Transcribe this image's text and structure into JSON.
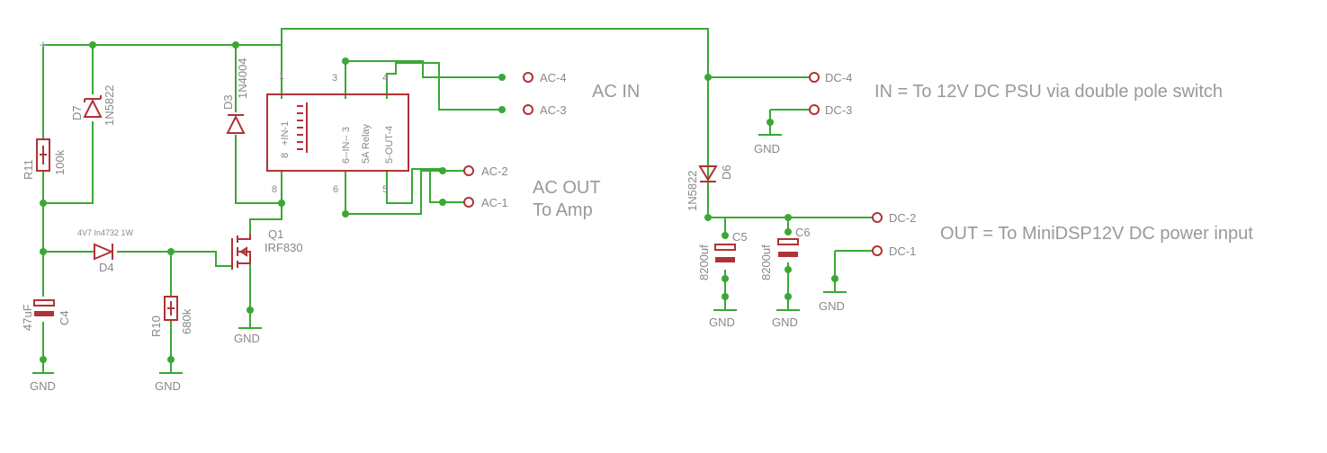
{
  "annotations": {
    "ac_in": "AC IN",
    "ac_out": "AC OUT",
    "to_amp": "To Amp",
    "in_note": "IN = To 12V DC PSU via double pole switch",
    "out_note": "OUT = To MiniDSP12V DC power input"
  },
  "connectors": [
    "AC-4",
    "AC-3",
    "AC-2",
    "AC-1",
    "DC-4",
    "DC-3",
    "DC-2",
    "DC-1"
  ],
  "ground_label": "GND",
  "components": {
    "D7": {
      "name": "D7",
      "value": "1N5822"
    },
    "D3": {
      "name": "D3",
      "value": "1N4004"
    },
    "D6": {
      "name": "D6",
      "value": "1N5822"
    },
    "D4": {
      "name": "D4",
      "value": "4V7 In4732 1W"
    },
    "R11": {
      "name": "R11",
      "value": "100k"
    },
    "R10": {
      "name": "R10",
      "value": "680k"
    },
    "C4": {
      "name": "C4",
      "value": "47uF"
    },
    "C5": {
      "name": "C5",
      "value": "8200uf"
    },
    "C6": {
      "name": "C6",
      "value": "8200uf"
    },
    "Q1": {
      "name": "Q1",
      "value": "IRF830"
    }
  },
  "relay": {
    "pins": [
      "1",
      "3",
      "4",
      "8",
      "8",
      "6",
      "5"
    ],
    "coil_label": "+IN-1",
    "coil_label2": "8",
    "switch_label": "6--IN-- 3",
    "name": "5A Relay",
    "out_label": "5-OUT-4"
  }
}
